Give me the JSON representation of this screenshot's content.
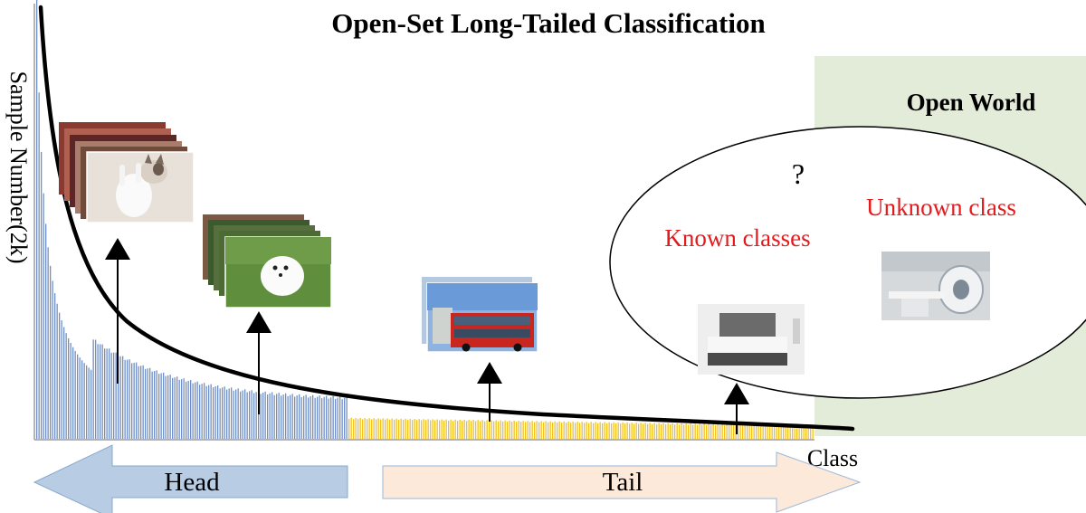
{
  "title": "Open-Set Long-Tailed Classification",
  "open_world_label": "Open World",
  "y_axis_label": "Sample Number(2k)",
  "x_axis_label": "Class",
  "head_label": "Head",
  "tail_label": "Tail",
  "known_label": "Known classes",
  "unknown_label": "Unknown class",
  "question_mark": "?",
  "colors": {
    "head_bars": "#6f8fc6",
    "tail_bars": "#f2c11c",
    "open_world_bg": "#e3ebd9",
    "head_arrow": "#b8cce4",
    "tail_arrow": "#fde9d9",
    "red_text": "#e41a1c"
  },
  "images": [
    {
      "name": "cat-photo-stack",
      "subject": "cat"
    },
    {
      "name": "dog-photo-stack",
      "subject": "white dog"
    },
    {
      "name": "bus-photo-stack",
      "subject": "red bus"
    },
    {
      "name": "bed-photo",
      "subject": "bed"
    },
    {
      "name": "ct-scanner-photo",
      "subject": "CT scanner"
    }
  ],
  "chart_data": {
    "type": "bar",
    "title": "Open-Set Long-Tailed Classification",
    "xlabel": "Class",
    "ylabel": "Sample Number(2k)",
    "distribution": "long-tailed",
    "series": [
      {
        "name": "Head",
        "color": "#6f8fc6"
      },
      {
        "name": "Tail",
        "color": "#f2c11c"
      }
    ]
  }
}
